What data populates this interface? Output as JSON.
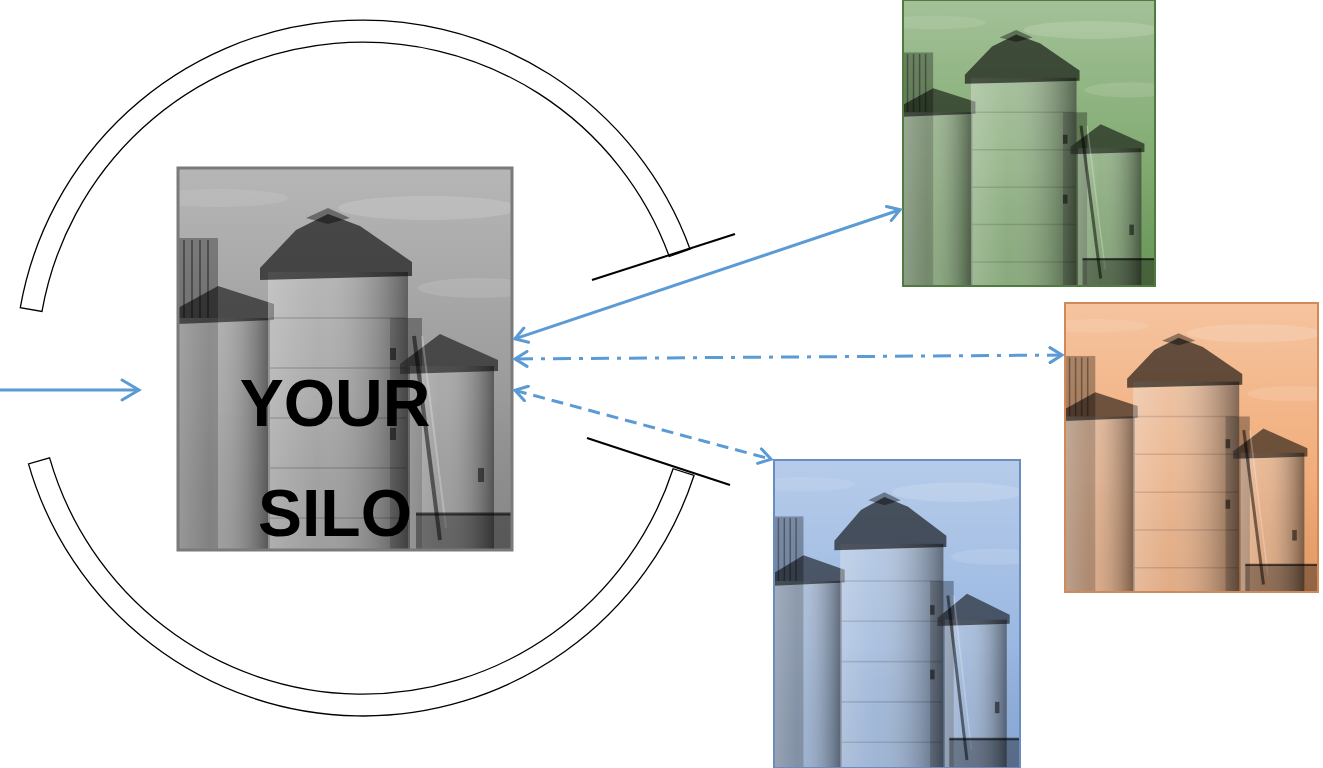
{
  "diagram": {
    "nodes": [
      {
        "text": [
          "YOUR SILO"
        ]
      },
      {
        "text": []
      },
      {
        "text": []
      },
      {
        "text": []
      }
    ],
    "edges": [
      {
        "from": 0,
        "to": 1,
        "arrow": "both"
      },
      {
        "from": 0,
        "to": 2,
        "arrow": "both"
      },
      {
        "from": 0,
        "to": 3,
        "arrow": "both"
      }
    ]
  }
}
